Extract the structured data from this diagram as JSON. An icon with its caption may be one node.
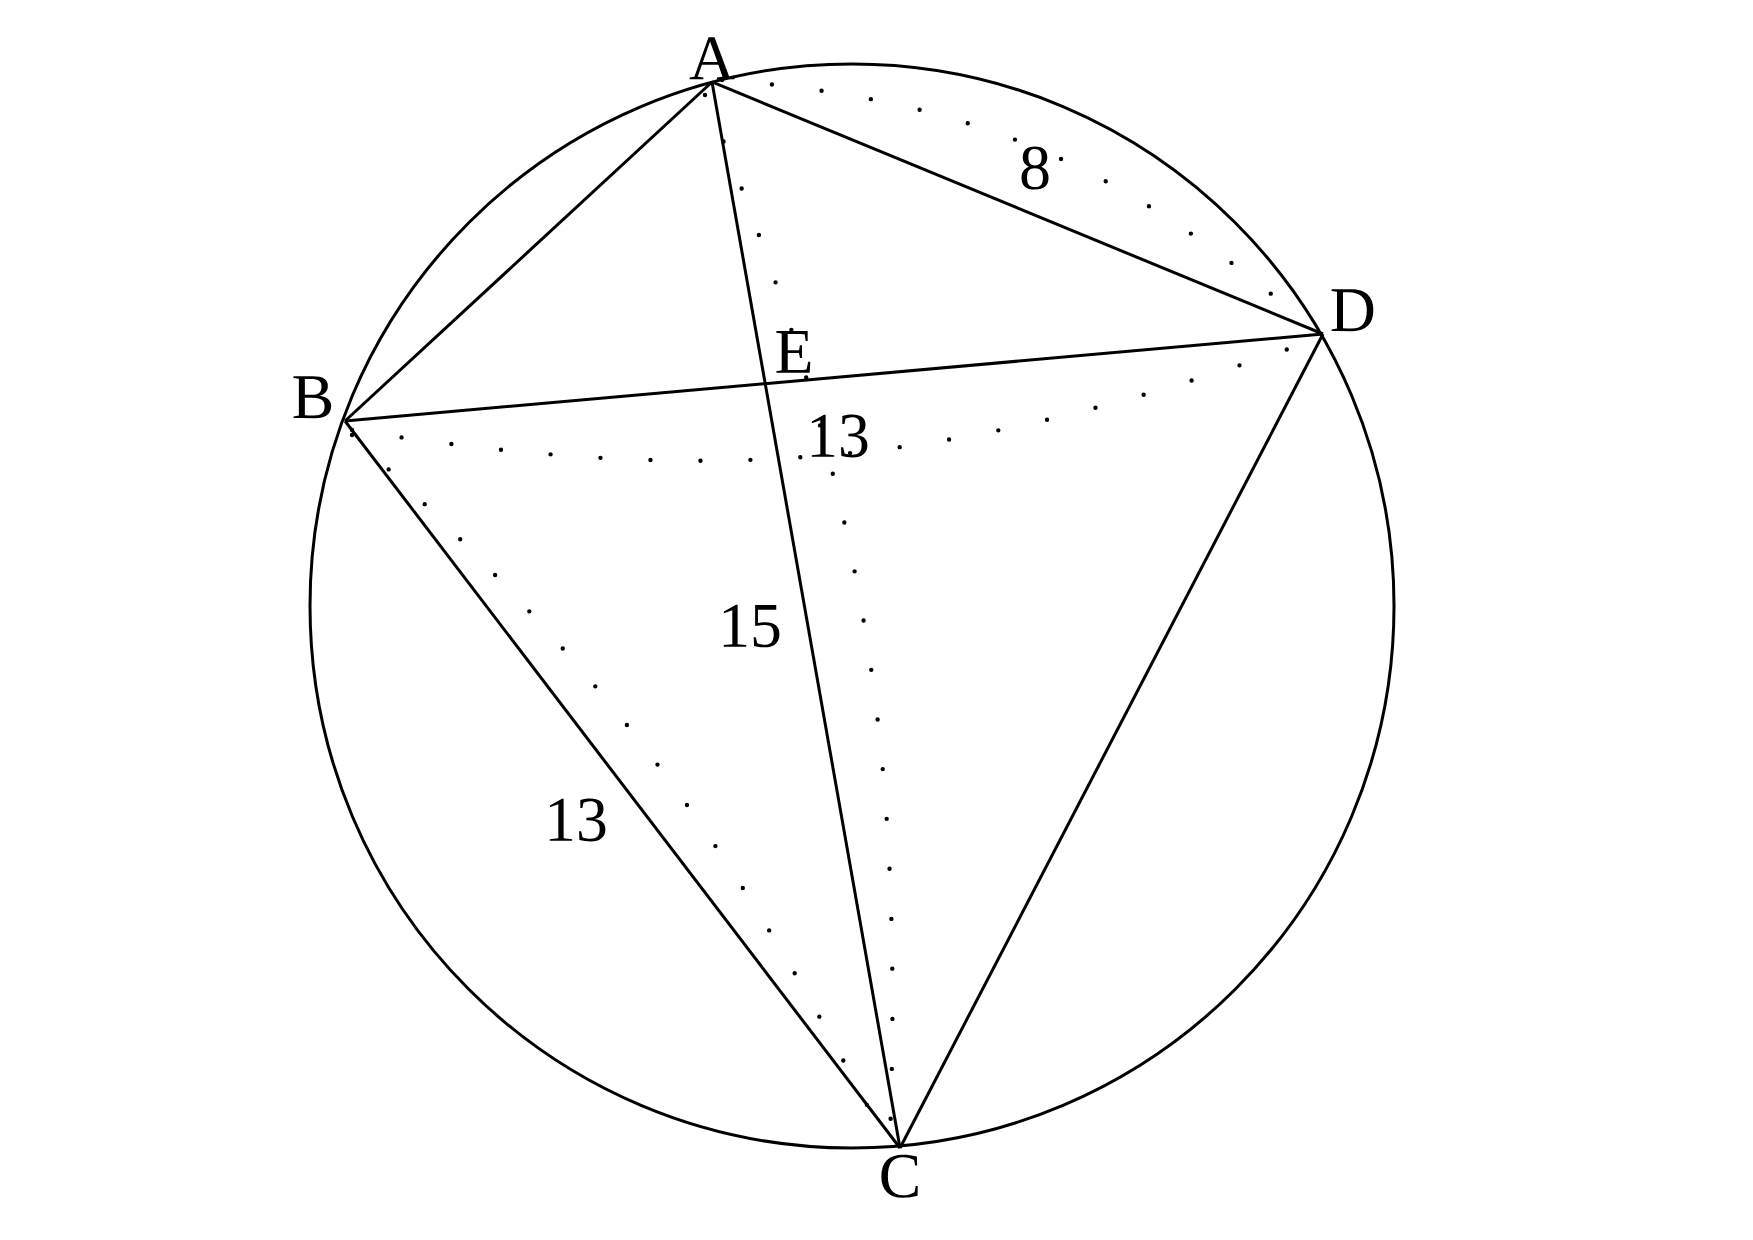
{
  "diagram": {
    "nodes": [
      {
        "text": [
          "A"
        ]
      },
      {
        "text": [
          "B"
        ]
      },
      {
        "text": [
          "C"
        ]
      },
      {
        "text": [
          "D"
        ]
      }
    ],
    "edges": [
      {
        "from": 0,
        "to": 1,
        "arrow": "none"
      },
      {
        "from": 0,
        "to": 3,
        "arrow": "none"
      },
      {
        "from": 1,
        "to": 3,
        "arrow": "none"
      },
      {
        "from": 0,
        "to": 2,
        "arrow": "none"
      },
      {
        "from": 1,
        "to": 2,
        "arrow": "none"
      },
      {
        "from": 2,
        "to": 3,
        "arrow": "none"
      }
    ],
    "labels": [
      "8",
      "E",
      "13",
      "15",
      "13"
    ]
  }
}
